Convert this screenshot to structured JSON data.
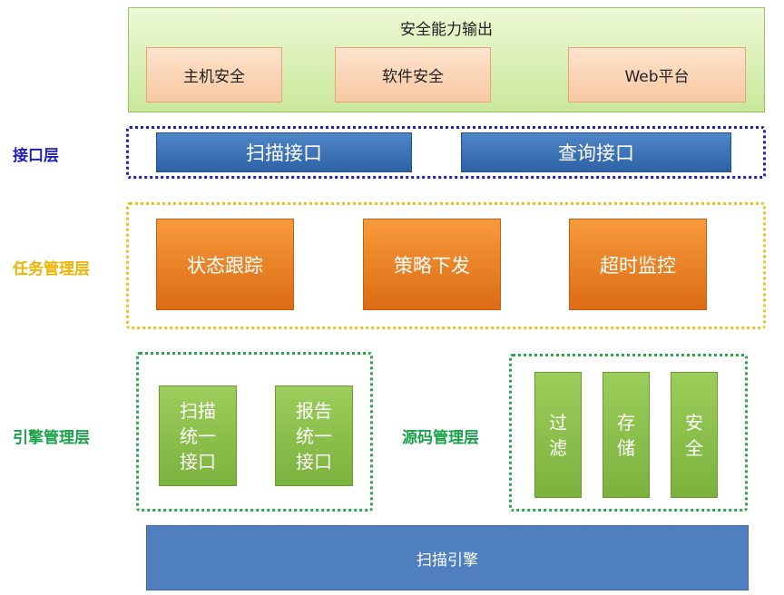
{
  "output": {
    "title": "安全能力输出",
    "items": [
      "主机安全",
      "软件安全",
      "Web平台"
    ]
  },
  "layers": {
    "interface": "接口层",
    "task": "任务管理层",
    "engine": "引擎管理层",
    "source": "源码管理层"
  },
  "interface_items": [
    "扫描接口",
    "查询接口"
  ],
  "task_items": [
    "状态跟踪",
    "策略下发",
    "超时监控"
  ],
  "engine_items": [
    [
      "扫描",
      "统一",
      "接口"
    ],
    [
      "报告",
      "统一",
      "接口"
    ]
  ],
  "source_items": [
    [
      "过",
      "滤"
    ],
    [
      "存",
      "储"
    ],
    [
      "安",
      "全"
    ]
  ],
  "bottom": {
    "engine_label": "扫描引擎"
  },
  "colors": {
    "interface_label": "#1f1fbf",
    "task_label": "#f0b400",
    "engine_label": "#1aa14a",
    "interface_border": "#1f1fbf",
    "task_border": "#f0c020",
    "engine_border": "#2aa64f"
  }
}
